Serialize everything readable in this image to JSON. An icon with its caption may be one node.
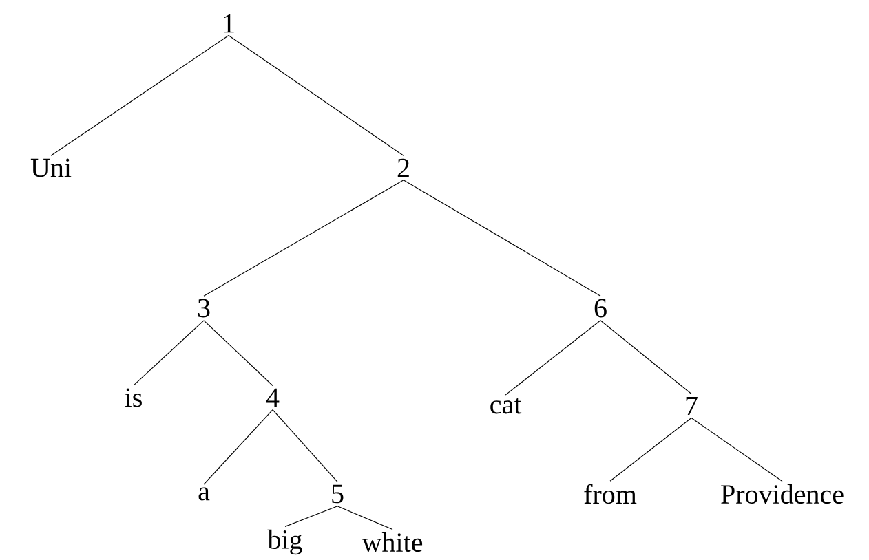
{
  "diagram": {
    "nodes": [
      {
        "text": [
          "1"
        ]
      },
      {
        "text": [
          "Uni"
        ]
      },
      {
        "text": [
          "2"
        ]
      },
      {
        "text": [
          "3"
        ]
      },
      {
        "text": [
          "6"
        ]
      },
      {
        "text": [
          "is"
        ]
      },
      {
        "text": [
          "4"
        ]
      },
      {
        "text": [
          "cat"
        ]
      },
      {
        "text": [
          "7"
        ]
      },
      {
        "text": [
          "a"
        ]
      },
      {
        "text": [
          "5"
        ]
      },
      {
        "text": [
          "from"
        ]
      },
      {
        "text": [
          "Providence"
        ]
      },
      {
        "text": [
          "big"
        ]
      },
      {
        "text": [
          "white"
        ]
      }
    ],
    "edges": [
      {
        "from": 0,
        "to": 1,
        "arrow": "none"
      },
      {
        "from": 0,
        "to": 2,
        "arrow": "none"
      },
      {
        "from": 2,
        "to": 3,
        "arrow": "none"
      },
      {
        "from": 2,
        "to": 4,
        "arrow": "none"
      },
      {
        "from": 3,
        "to": 5,
        "arrow": "none"
      },
      {
        "from": 3,
        "to": 6,
        "arrow": "none"
      },
      {
        "from": 4,
        "to": 7,
        "arrow": "none"
      },
      {
        "from": 4,
        "to": 8,
        "arrow": "none"
      },
      {
        "from": 6,
        "to": 9,
        "arrow": "none"
      },
      {
        "from": 6,
        "to": 10,
        "arrow": "none"
      },
      {
        "from": 8,
        "to": 11,
        "arrow": "none"
      },
      {
        "from": 8,
        "to": 12,
        "arrow": "none"
      },
      {
        "from": 10,
        "to": 13,
        "arrow": "none"
      },
      {
        "from": 10,
        "to": 14,
        "arrow": "none"
      }
    ]
  }
}
